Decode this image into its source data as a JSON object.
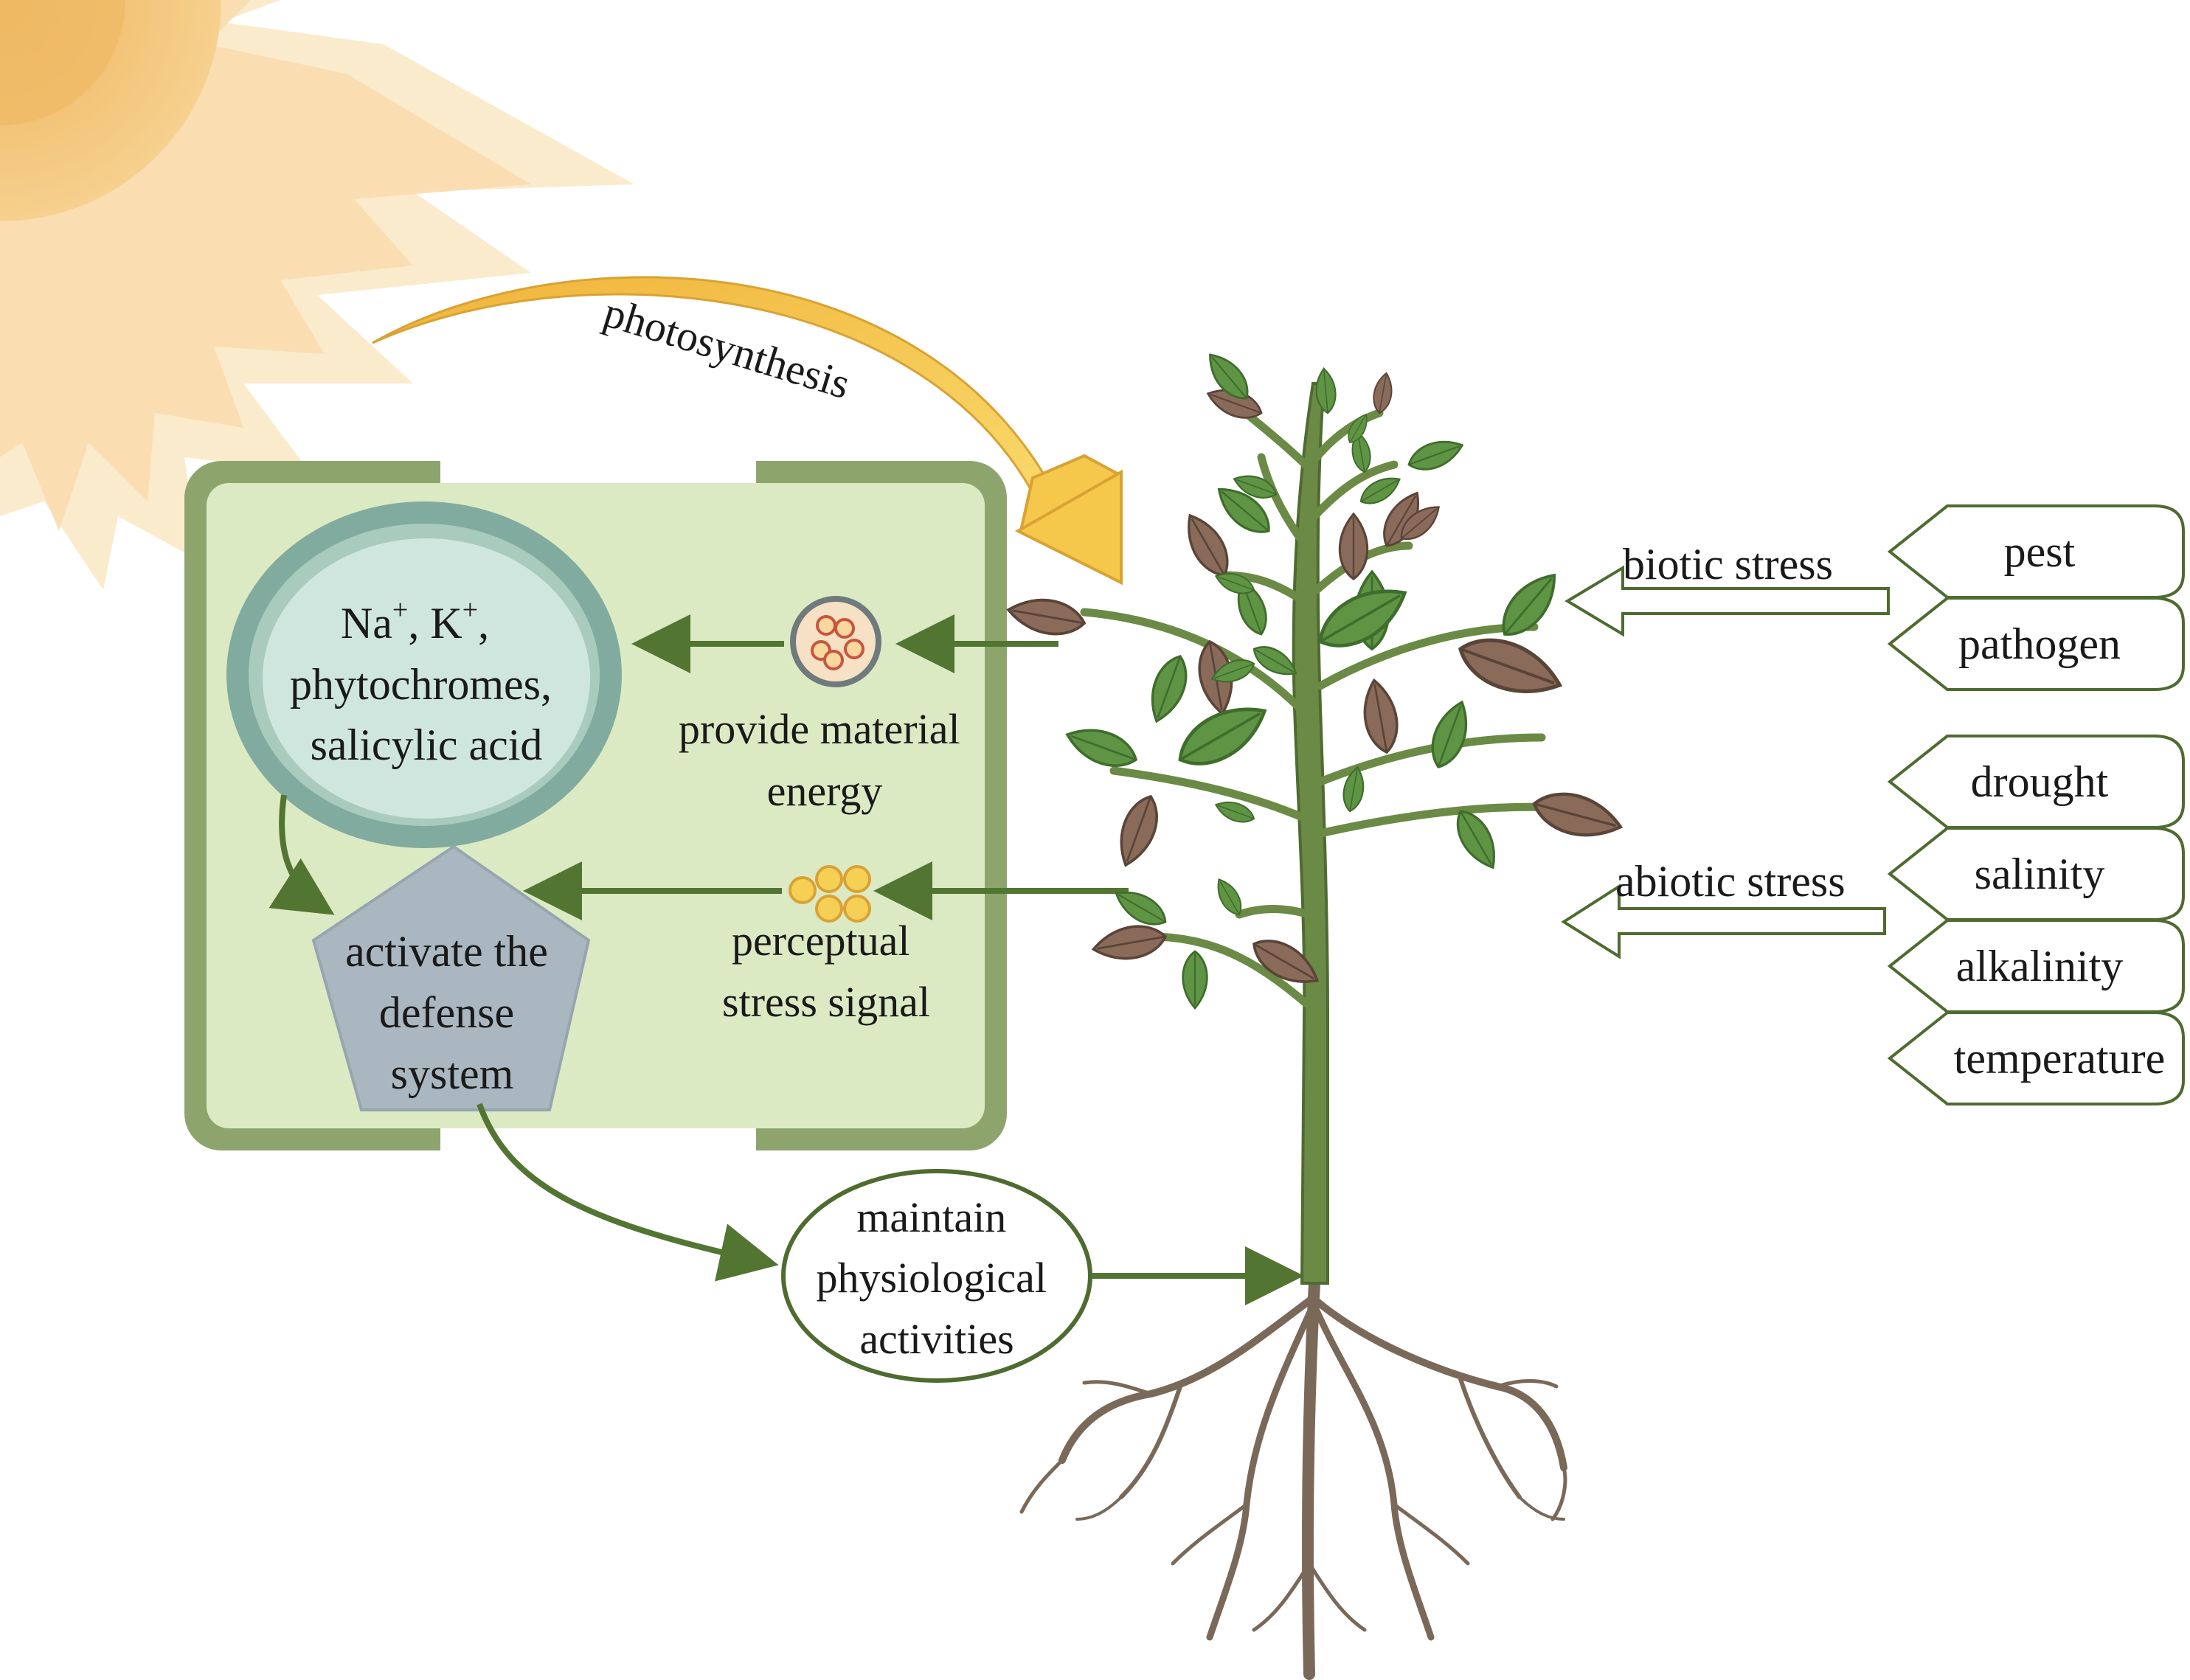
{
  "diagram": {
    "photosynthesis_label": "photosynthesis",
    "ions": {
      "na": "Na",
      "k": "K",
      "sup": "+",
      "line1_sep": ", ",
      "line1_end": ",",
      "line2": "phytochromes,",
      "line3": "salicylic acid"
    },
    "defense": {
      "line1": "activate the",
      "line2": "defense",
      "line3": "system"
    },
    "material": {
      "line1": "provide material",
      "line2": "energy"
    },
    "signal": {
      "line1": "perceptual",
      "line2": "stress signal"
    },
    "maintain": {
      "line1": "maintain",
      "line2": "physiological",
      "line3": "activities"
    },
    "biotic": {
      "label": "biotic stress",
      "items": [
        "pest",
        "pathogen"
      ]
    },
    "abiotic": {
      "label": "abiotic stress",
      "items": [
        "drought",
        "salinity",
        "alkalinity",
        "temperature"
      ]
    },
    "colors": {
      "arrow_green": "#527532",
      "cell_wall": "#8da56c",
      "cytoplasm": "#dceac3",
      "vacuole_ring": "#82ab9f",
      "vacuole_fill": "#cfe6de",
      "pentagon": "#aab7c0",
      "sun": "#f7d28c",
      "photo_arrow": "#f4c94e",
      "leaf_green": "#5e9444",
      "leaf_brown": "#8a6b5a",
      "stem": "#6b8a45",
      "root": "#7a6959",
      "box_border": "#4e6b30"
    }
  }
}
